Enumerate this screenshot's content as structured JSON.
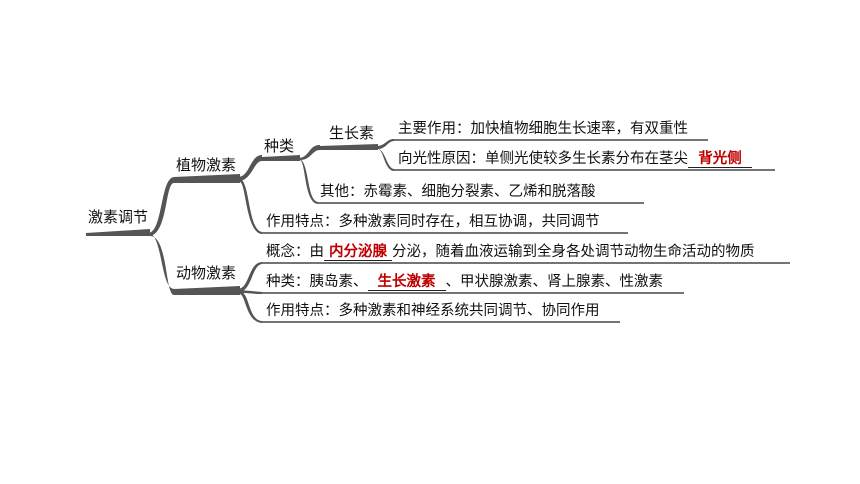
{
  "root": {
    "label": "激素调节"
  },
  "plant": {
    "label": "植物激素",
    "types": {
      "label": "种类",
      "auxin": {
        "label": "生长素",
        "main_effect": "主要作用：加快植物细胞生长速率，有双重性",
        "phototropism_prefix": "向光性原因：单侧光使较多生长素分布在茎尖",
        "phototropism_answer": "背光侧"
      },
      "others": "其他：赤霉素、细胞分裂素、乙烯和脱落酸"
    },
    "features": "作用特点：多种激素同时存在，相互协调，共同调节"
  },
  "animal": {
    "label": "动物激素",
    "concept_prefix": "概念：由",
    "concept_answer": "内分泌腺",
    "concept_suffix": "分泌，随着血液运输到全身各处调节动物生命活动的物质",
    "types_prefix": "种类：胰岛素、",
    "types_answer": "生长激素",
    "types_suffix": "、甲状腺激素、肾上腺素、性激素",
    "features": "作用特点：多种激素和神经系统共同调节、协同作用"
  },
  "colors": {
    "branch": "#555555",
    "answer": "#c00000",
    "line": "#222222"
  }
}
